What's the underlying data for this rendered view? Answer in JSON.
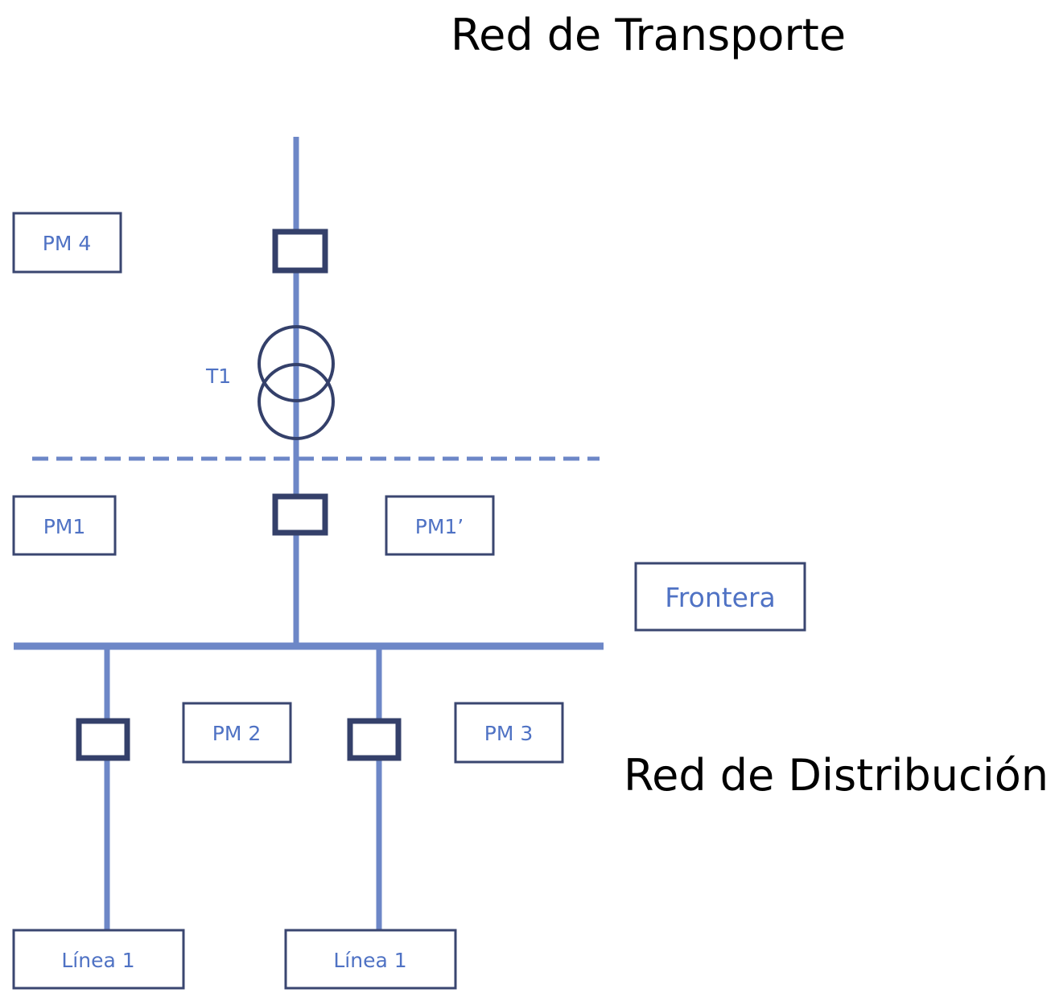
{
  "titles": {
    "transport": "Red de Transporte",
    "distribution": "Red de Distribución"
  },
  "transformer": {
    "label": "T1"
  },
  "boxes": {
    "pm4": "PM 4",
    "pm1": "PM1",
    "pm1_prime": "PM1’",
    "frontera": "Frontera",
    "pm2": "PM 2",
    "pm3": "PM 3",
    "linea_left": "Línea 1",
    "linea_right": "Línea 1"
  },
  "colors": {
    "line": "#6d87c7",
    "dark": "#34406a",
    "label": "#4f72c4"
  }
}
